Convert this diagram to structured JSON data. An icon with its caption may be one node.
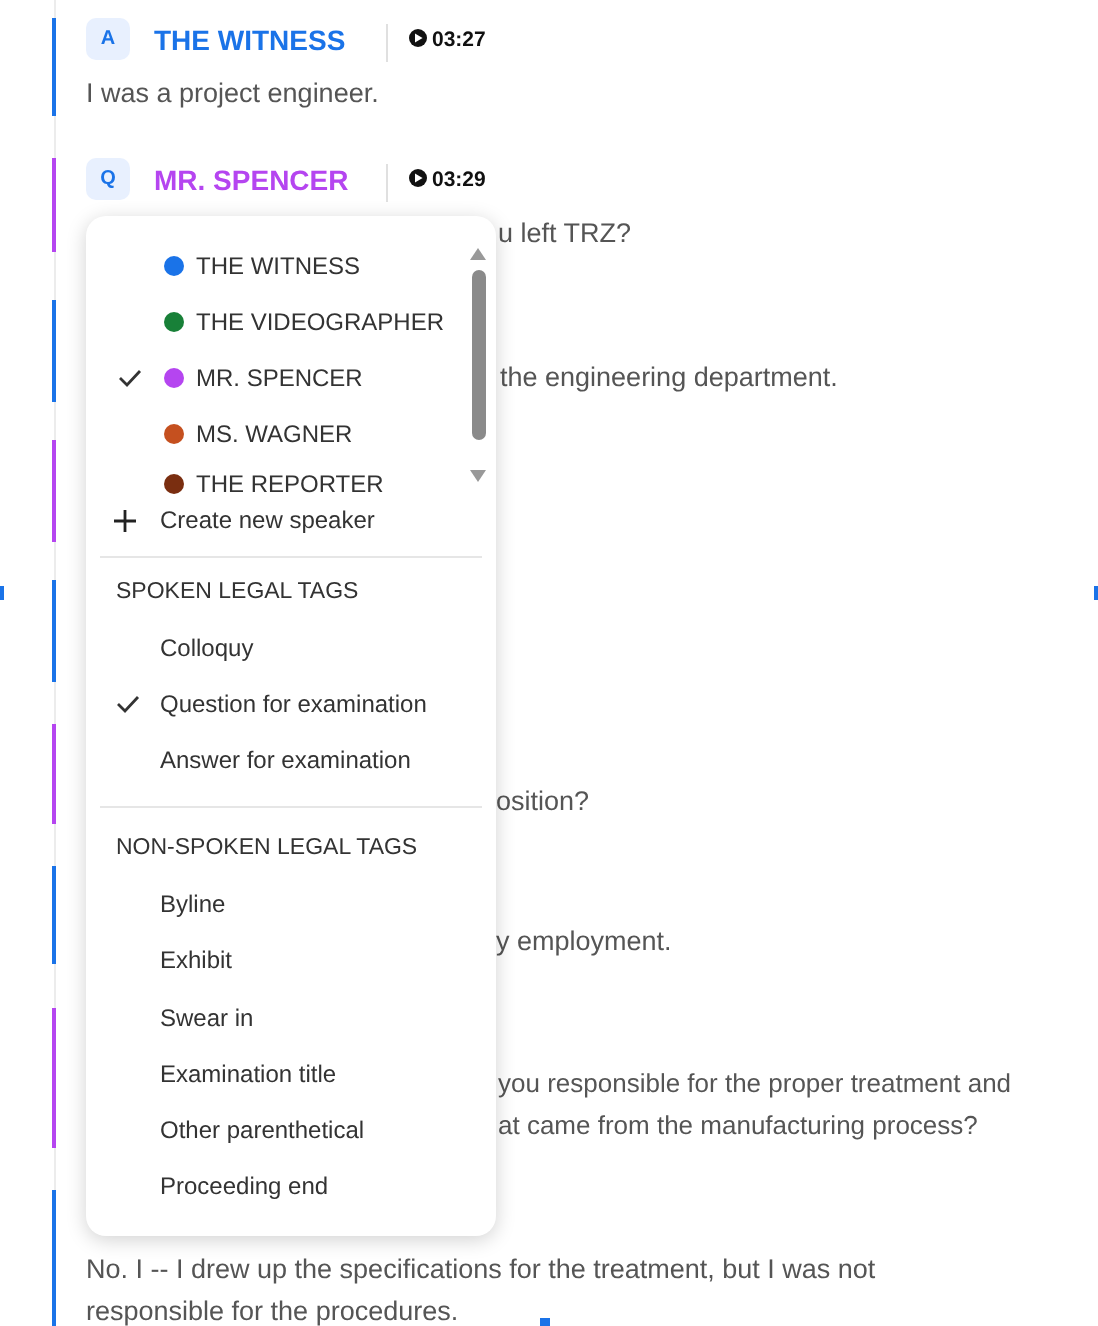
{
  "diagram": {
    "nodes": [
      {
        "text": [],
        "shape": "box"
      },
      {
        "text": [
          "THE WITNESS"
        ],
        "in": 0
      },
      {
        "text": [
          "THE VIDEOGRAPHER"
        ],
        "in": 0
      },
      {
        "text": [
          "MR. SPENCER"
        ],
        "in": 0
      },
      {
        "text": [
          "MS. WAGNER"
        ],
        "in": 0
      },
      {
        "text": [
          "THE REPORTER"
        ],
        "in": 0
      },
      {
        "text": [
          "Create new speaker"
        ],
        "in": 0
      },
      {
        "text": [
          "SPOKEN LEGAL TAGS"
        ],
        "in": 0
      },
      {
        "text": [
          "Colloquy"
        ],
        "in": 0
      },
      {
        "text": [
          "Question for examination"
        ],
        "in": 0
      },
      {
        "text": [
          "Answer for examination"
        ],
        "in": 0
      },
      {
        "text": [
          "NON-SPOKEN LEGAL TAGS"
        ],
        "in": 0
      },
      {
        "text": [
          "Byline"
        ],
        "in": 0
      },
      {
        "text": [
          "Exhibit"
        ],
        "in": 0
      },
      {
        "text": [
          "Swear in"
        ],
        "in": 0
      },
      {
        "text": [
          "Examination title"
        ],
        "in": 0
      },
      {
        "text": [
          "Other parenthetical"
        ],
        "in": 0
      },
      {
        "text": [
          "Proceeding end"
        ],
        "in": 0
      }
    ],
    "labels": [
      "A",
      "THE WITNESS",
      "03:27",
      "I was a project engineer.",
      "Q",
      "MR. SPENCER",
      "03:29",
      "u left TRZ?",
      "the engineering department.",
      "osition?",
      "y employment.",
      "you responsible for the proper treatment and",
      "at came from the manufacturing process?",
      "No. I -- I drew up the specifications for the treatment, but I was not responsible for the procedures."
    ]
  }
}
